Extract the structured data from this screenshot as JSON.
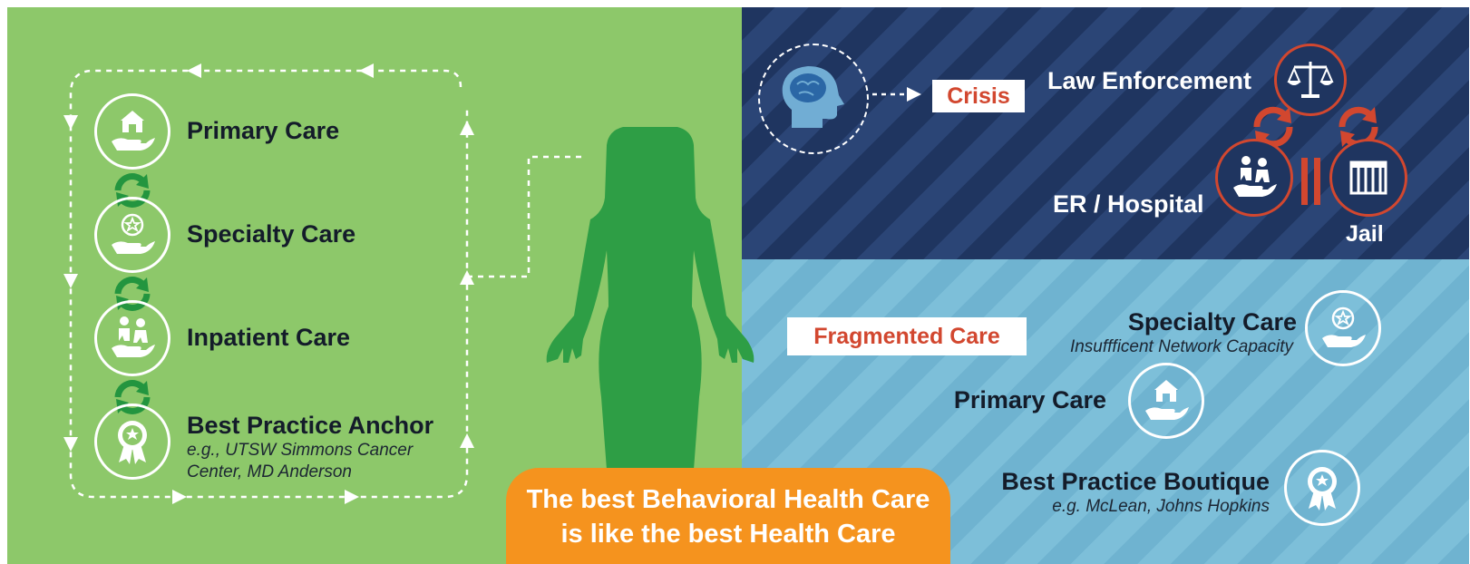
{
  "left_panel": {
    "items": [
      {
        "label": "Primary Care",
        "icon": "house-hand-icon"
      },
      {
        "label": "Specialty Care",
        "icon": "star-hand-icon"
      },
      {
        "label": "Inpatient Care",
        "icon": "caregiver-patient-icon"
      },
      {
        "label": "Best Practice Anchor",
        "icon": "award-ribbon-icon",
        "sub_line1": "e.g., UTSW Simmons Cancer",
        "sub_line2": "Center, MD Anderson"
      }
    ]
  },
  "banner": {
    "line1": "The best Behavioral Health Care",
    "line2": "is like the best Health Care"
  },
  "crisis_panel": {
    "tag": "Crisis",
    "law_enforcement": "Law Enforcement",
    "er_hospital": "ER / Hospital",
    "jail": "Jail"
  },
  "fragmented_panel": {
    "tag": "Fragmented Care",
    "specialty_label": "Specialty Care",
    "specialty_sub": "Insuffficent Network Capacity",
    "primary_label": "Primary Care",
    "boutique_label": "Best Practice Boutique",
    "boutique_sub": "e.g. McLean, Johns Hopkins"
  },
  "colors": {
    "green_bg": "#8dc86a",
    "body_green": "#2e9e45",
    "cycle_green": "#23953f",
    "navy": "#1f3560",
    "light_blue": "#74b9d5",
    "crisis_red": "#d2472f",
    "banner_orange": "#f5931e"
  }
}
